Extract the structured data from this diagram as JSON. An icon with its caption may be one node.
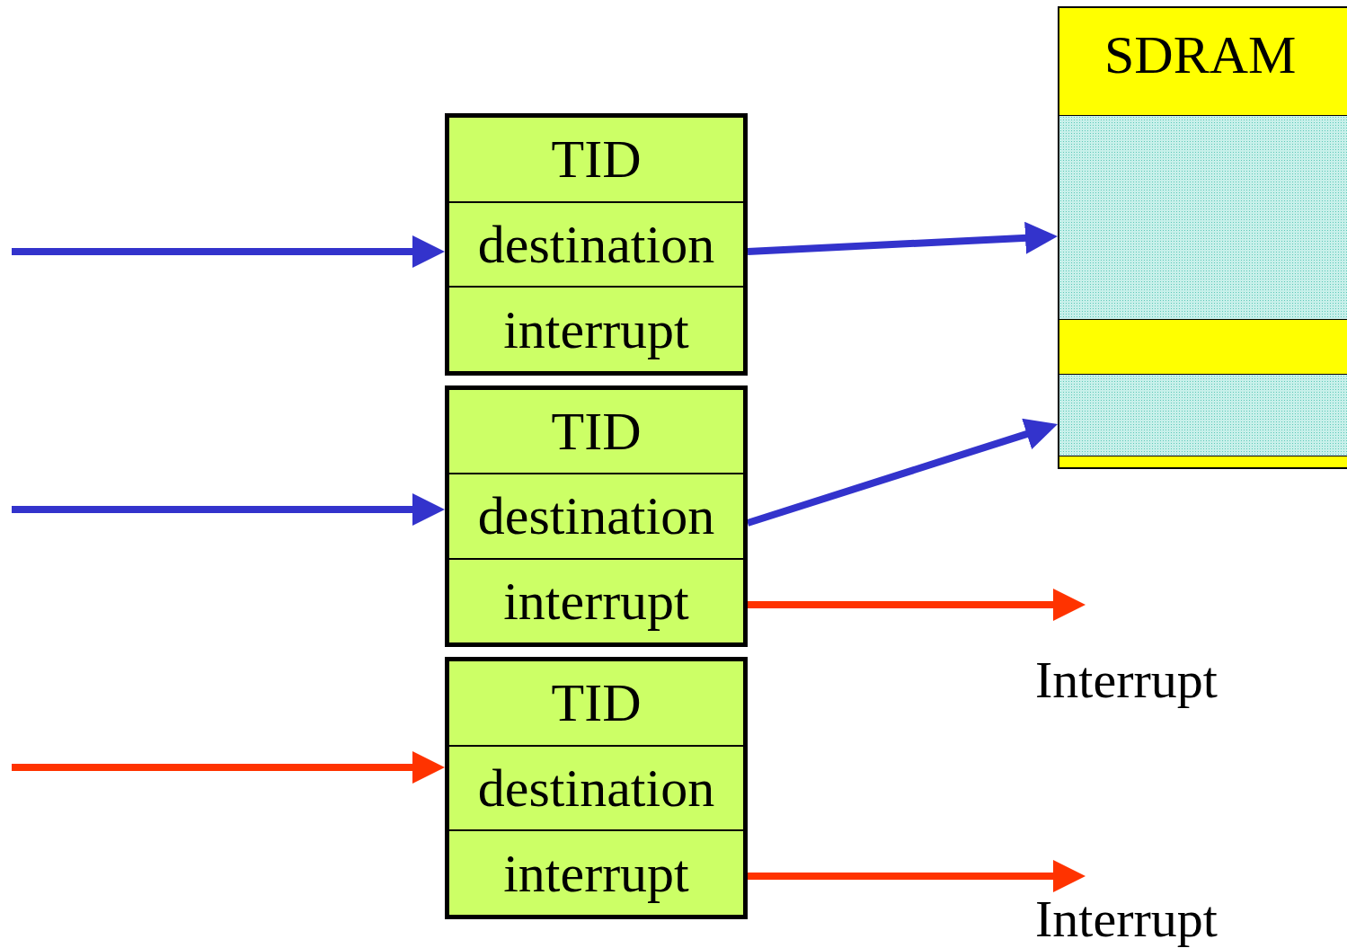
{
  "diagram": {
    "nodes": [
      {
        "text": [
          "TID",
          "destination",
          "interrupt"
        ]
      },
      {
        "text": [
          "TID",
          "destination",
          "interrupt"
        ]
      },
      {
        "text": [
          "TID",
          "destination",
          "interrupt"
        ]
      },
      {
        "text": [
          "SDRAM"
        ]
      },
      {
        "text": [],
        "shape": "box",
        "in": 3
      },
      {
        "text": [],
        "shape": "box",
        "in": 3
      }
    ],
    "edges": [
      {
        "from": null,
        "to": 0,
        "arrow": "to"
      },
      {
        "from": null,
        "to": 1,
        "arrow": "to"
      },
      {
        "from": null,
        "to": 2,
        "arrow": "to",
        "color": "#ff3300"
      },
      {
        "from": 0,
        "to": 4,
        "arrow": "to"
      },
      {
        "from": 1,
        "to": 5,
        "arrow": "to"
      },
      {
        "from": 1,
        "to": null,
        "arrow": "to",
        "color": "#ff3300"
      },
      {
        "from": 2,
        "to": null,
        "arrow": "to",
        "color": "#ff3300"
      }
    ],
    "labels": [
      "Interrupt",
      "Interrupt"
    ]
  }
}
